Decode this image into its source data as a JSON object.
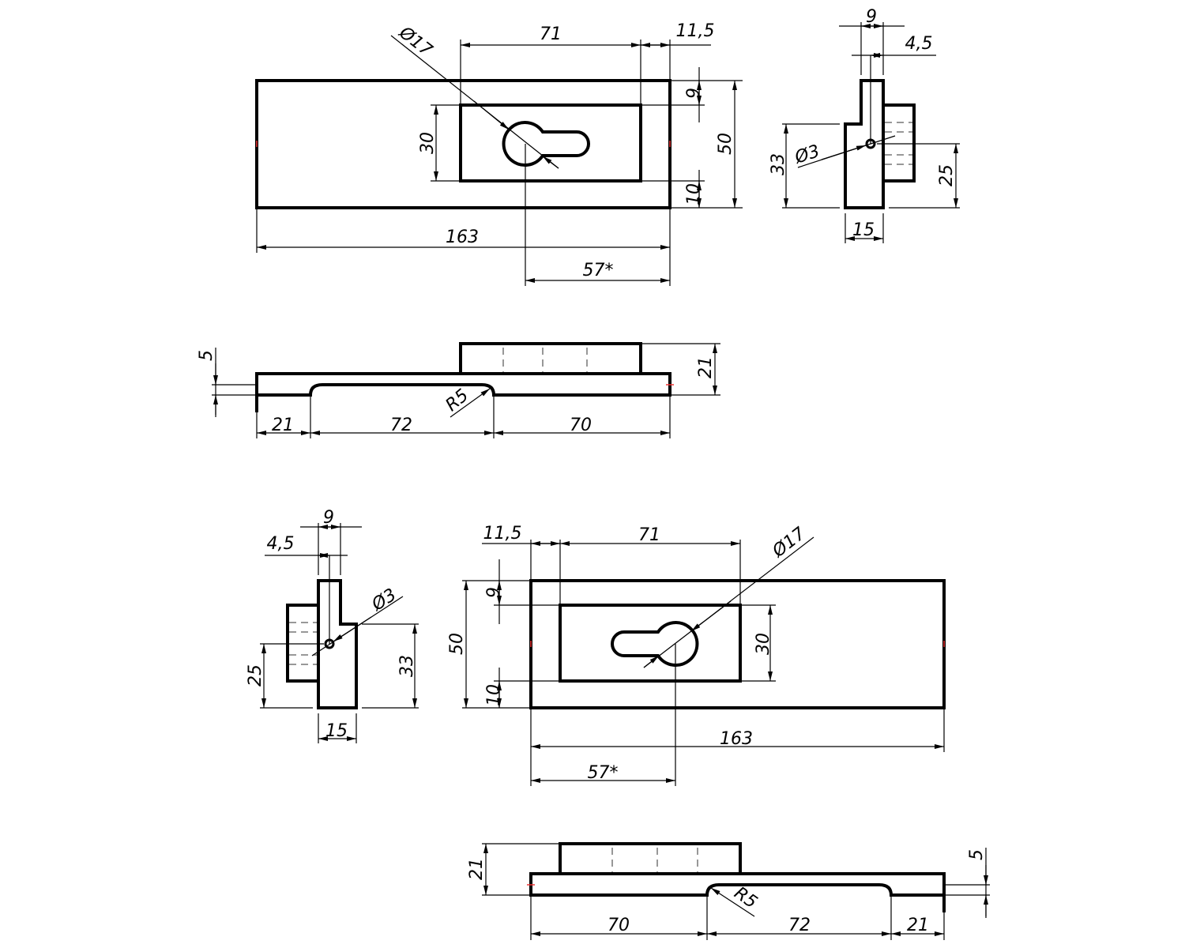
{
  "views": {
    "top_front": {
      "dims": {
        "width_71": "71",
        "offset_11_5": "11,5",
        "top_9": "9",
        "height_50": "50",
        "bottom_10": "10",
        "pocket_30": "30",
        "length_163": "163",
        "hole_57": "57*",
        "diameter_17": "Ø17"
      }
    },
    "top_side": {
      "dims": {
        "width_9": "9",
        "half_4_5": "4,5",
        "height_33": "33",
        "hole_25": "25",
        "base_15": "15",
        "diameter_3": "Ø3"
      }
    },
    "middle_section": {
      "dims": {
        "thick_5": "5",
        "height_21": "21",
        "left_21": "21",
        "cutout_72": "72",
        "right_70": "70",
        "radius_r5": "R5"
      }
    },
    "bottom_side": {
      "dims": {
        "width_9": "9",
        "half_4_5": "4,5",
        "height_33": "33",
        "hole_25": "25",
        "base_15": "15",
        "diameter_3": "Ø3"
      }
    },
    "bottom_front": {
      "dims": {
        "width_71": "71",
        "offset_11_5": "11,5",
        "top_9": "9",
        "height_50": "50",
        "bottom_10": "10",
        "pocket_30": "30",
        "length_163": "163",
        "hole_57": "57*",
        "diameter_17": "Ø17"
      }
    },
    "bottom_section": {
      "dims": {
        "thick_5": "5",
        "height_21": "21",
        "left_70": "70",
        "cutout_72": "72",
        "right_21": "21",
        "radius_r5": "R5"
      }
    }
  }
}
